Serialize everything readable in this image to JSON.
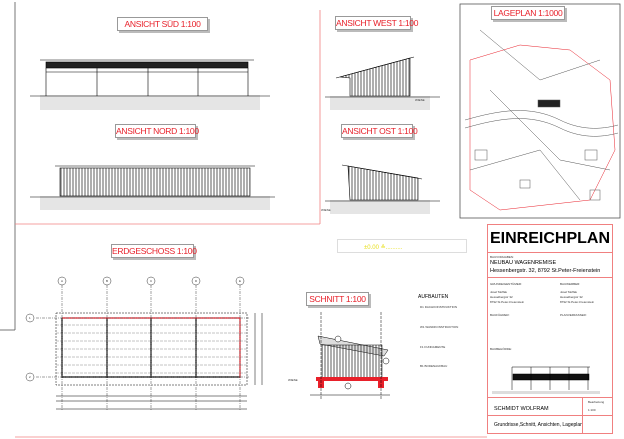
{
  "views": {
    "sued": "ANSICHT SÜD 1:100",
    "west": "ANSICHT WEST 1:100",
    "nord": "ANSICHT NORD 1:100",
    "ost": "ANSICHT OST 1:100",
    "lageplan": "LAGEPLAN 1:1000",
    "erdgeschoss": "ERDGESCHOSS 1:100",
    "schnitt": "SCHNITT 1:100"
  },
  "ground_label": "WIESE",
  "level_marker": "±0.00 ≙..........",
  "grid_axes": {
    "columns": [
      "A",
      "B",
      "C",
      "D",
      "E"
    ],
    "rows": [
      "1",
      "2"
    ]
  },
  "aufbauten": {
    "title": "AUFBAUTEN",
    "items": [
      {
        "symbol": "D1",
        "label": "DACHKONSTRUKTION"
      },
      {
        "symbol": "W1",
        "label": "WANDKONSTRUKTION"
      },
      {
        "symbol": "F1",
        "label": "FUNDAMENTE"
      },
      {
        "symbol": "B1",
        "label": "BODENAUFBAU"
      }
    ]
  },
  "title_block": {
    "title": "EINREICHPLAN",
    "project_label": "BAUVORHABEN:",
    "project": "NEUBAU WAGENREMISE",
    "address": "Hessenbergstr. 32, 8792 St.Peter-Freienstein",
    "owner_label": "GRUNDEIGENTÜMER:",
    "applicant_label": "BAUWERBER:",
    "owner_lines": [
      "Josef Moffak",
      "Hesselbergstr 32",
      "8792 St.Peter-Freienstein"
    ],
    "applicant_lines": [
      "Josef Moffak",
      "Hesselbergstr 32",
      "8792 St.Peter-Freienstein"
    ],
    "builder_label": "BAUFÜHRER:",
    "planner_label": "PLANVERFASSER:",
    "authority_label": "BAUBEHÖRDE:",
    "drafter": "SCHMIDT WOLFRAM",
    "content": "Grundrisse,Schnitt, Ansichten, Lageplan",
    "info": [
      "Bearbeitung",
      "1:100"
    ]
  }
}
